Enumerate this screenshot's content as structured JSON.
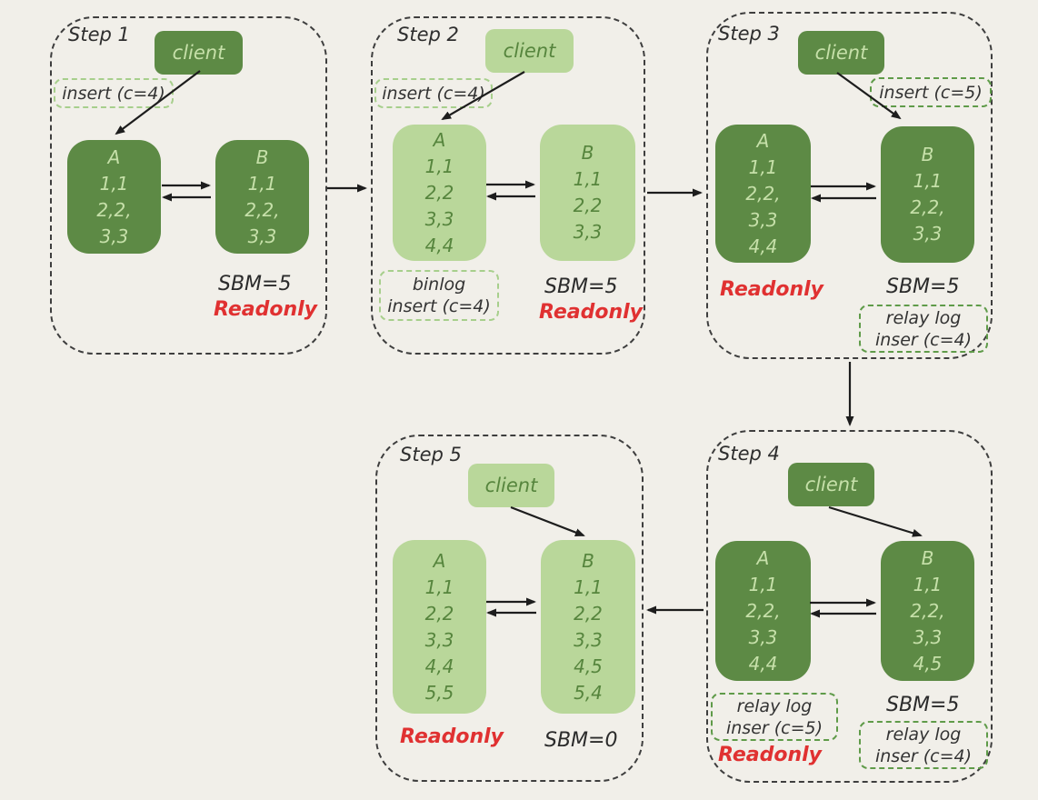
{
  "colors": {
    "background": "#f1efe9",
    "node_dark_fill": "#5d8a45",
    "node_dark_text": "#c6e0a9",
    "node_light_fill": "#b9d79a",
    "node_light_text": "#56853d",
    "tag_border_light": "#a7cf8c",
    "tag_border_dark": "#5f9b49",
    "container_border": "#3e3e3e",
    "arrow": "#1d1d1d",
    "readonly_red": "#e03131",
    "text_dark": "#2e2e2e"
  },
  "steps": [
    {
      "label": "Step 1",
      "client_label": "client",
      "insert_label": "insert (c=4)",
      "node_a": {
        "title": "A",
        "rows": [
          "1,1",
          "2,2,",
          "3,3"
        ]
      },
      "node_b": {
        "title": "B",
        "rows": [
          "1,1",
          "2,2,",
          "3,3"
        ]
      },
      "sbm_label": "SBM=5",
      "readonly_label": "Readonly"
    },
    {
      "label": "Step 2",
      "client_label": "client",
      "insert_label": "insert (c=4)",
      "node_a": {
        "title": "A",
        "rows": [
          "1,1",
          "2,2",
          "3,3",
          "4,4"
        ]
      },
      "node_b": {
        "title": "B",
        "rows": [
          "1,1",
          "2,2",
          "3,3"
        ]
      },
      "binlog_tag": {
        "line1": "binlog",
        "line2": "insert (c=4)"
      },
      "sbm_label": "SBM=5",
      "readonly_label": "Readonly"
    },
    {
      "label": "Step 3",
      "client_label": "client",
      "insert_label": "insert (c=5)",
      "node_a": {
        "title": "A",
        "rows": [
          "1,1",
          "2,2,",
          "3,3",
          "4,4"
        ]
      },
      "node_b": {
        "title": "B",
        "rows": [
          "1,1",
          "2,2,",
          "3,3"
        ]
      },
      "readonly_label": "Readonly",
      "sbm_label": "SBM=5",
      "relay_tag_b": {
        "line1": "relay log",
        "line2": "inser (c=4)"
      }
    },
    {
      "label": "Step 4",
      "client_label": "client",
      "node_a": {
        "title": "A",
        "rows": [
          "1,1",
          "2,2,",
          "3,3",
          "4,4"
        ]
      },
      "node_b": {
        "title": "B",
        "rows": [
          "1,1",
          "2,2,",
          "3,3",
          "4,5"
        ]
      },
      "relay_tag_a": {
        "line1": "relay log",
        "line2": "inser (c=5)"
      },
      "readonly_label": "Readonly",
      "sbm_label": "SBM=5",
      "relay_tag_b": {
        "line1": "relay log",
        "line2": "inser (c=4)"
      }
    },
    {
      "label": "Step 5",
      "client_label": "client",
      "node_a": {
        "title": "A",
        "rows": [
          "1,1",
          "2,2",
          "3,3",
          "4,4",
          "5,5"
        ]
      },
      "node_b": {
        "title": "B",
        "rows": [
          "1,1",
          "2,2",
          "3,3",
          "4,5",
          "5,4"
        ]
      },
      "readonly_label": "Readonly",
      "sbm_label": "SBM=0"
    }
  ]
}
